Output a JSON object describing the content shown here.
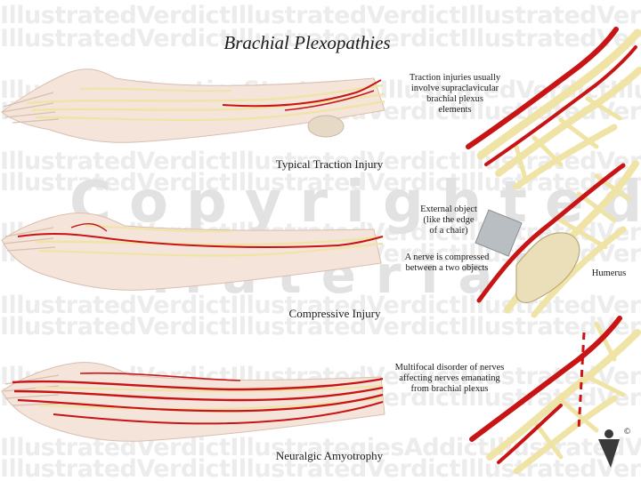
{
  "title": "Brachial Plexopathies",
  "watermark": {
    "line_a": "IllustratedVerdictIllustratedVerdictIllustratedVerdictIllustratedVerdict",
    "line_b": "IllustratedVerdictIllustratedVerdictIllustratedVerdictIllustratedVerdict",
    "line_c": "IllustratedPracticeStrategiesIllustratedVerdictIllustratedVerdict",
    "line_d": "IllustratedVerdictIllustratedVerdictIllustratedVerdictIllustratedVerdict",
    "line_e": "IllustratedVerdictIllustratedVerdictIllustratedVerdictIllustratedVerdict",
    "line_f": "IllustratedVerdictIllustratedVerdictIllustratedVerdictIllustratedVerdict",
    "line_g": "IllustratedVerdictIllustratedVerdictIllustratedVerdictIllustratedVerdict",
    "line_h": "IllustratedVerdictIllustratedVerdictIllustratedVerdictIllustratedVerdict",
    "line_i": "IllustratedVerdictIllustratedVerdictIllustratedVerdictIllustratedVerdict",
    "line_j": "IllustratedVerdictIllustratedVerdictIllustratedVerdictIllustratedVerdict",
    "line_k": "IllustratedVerdictIllustratedVerdictIllustratedVerdictIllustratedVerdict",
    "line_l": "IllustratedVerdictIllustratedVerdictIllustratedVerdictIllustratedVerdict",
    "line_m": "IllustratedVerdictIllustrategiesAddictIllustratedVerdictIllustratedVerdict",
    "line_n": "IllustratedVerdictIllustratedVerdictIllustratedVerdictIllustratedVerdict",
    "copyrighted": "Copyrighted",
    "material": "Material"
  },
  "panels": [
    {
      "caption": "Typical Traction Injury",
      "notes": [
        "Traction injuries usually",
        "involve supraclavicular",
        "brachial plexus",
        "elements"
      ]
    },
    {
      "caption": "Compressive Injury",
      "notes_object": [
        "External object",
        "(like the edge",
        "of  a chair)"
      ],
      "notes_compress": [
        "A nerve is compressed",
        "between a two objects"
      ],
      "bone_label": "Humerus"
    },
    {
      "caption": "Neuralgic Amyotrophy",
      "notes": [
        "Multifocal disorder of nerves",
        "affecting nerves emanating",
        "from brachial plexus"
      ]
    }
  ],
  "logo_mark": "©",
  "colors": {
    "nerve_red": "#c81414",
    "nerve_yellow": "#efe4a6",
    "skin": "#f4e4da",
    "bone": "#eadfb8",
    "watermark": "#ececec"
  }
}
